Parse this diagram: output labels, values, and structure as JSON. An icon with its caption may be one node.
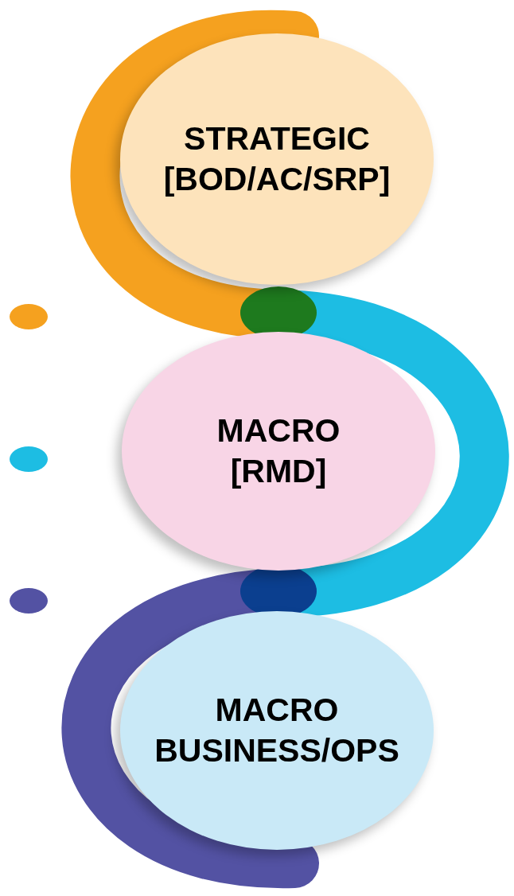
{
  "diagram": {
    "nodes": [
      {
        "text": [
          "STRATEGIC",
          "[BOD/AC/SRP]"
        ]
      },
      {
        "text": [
          "MACRO",
          "[RMD]"
        ]
      },
      {
        "text": [
          "MACRO BUSINESS/OPS"
        ]
      }
    ]
  }
}
